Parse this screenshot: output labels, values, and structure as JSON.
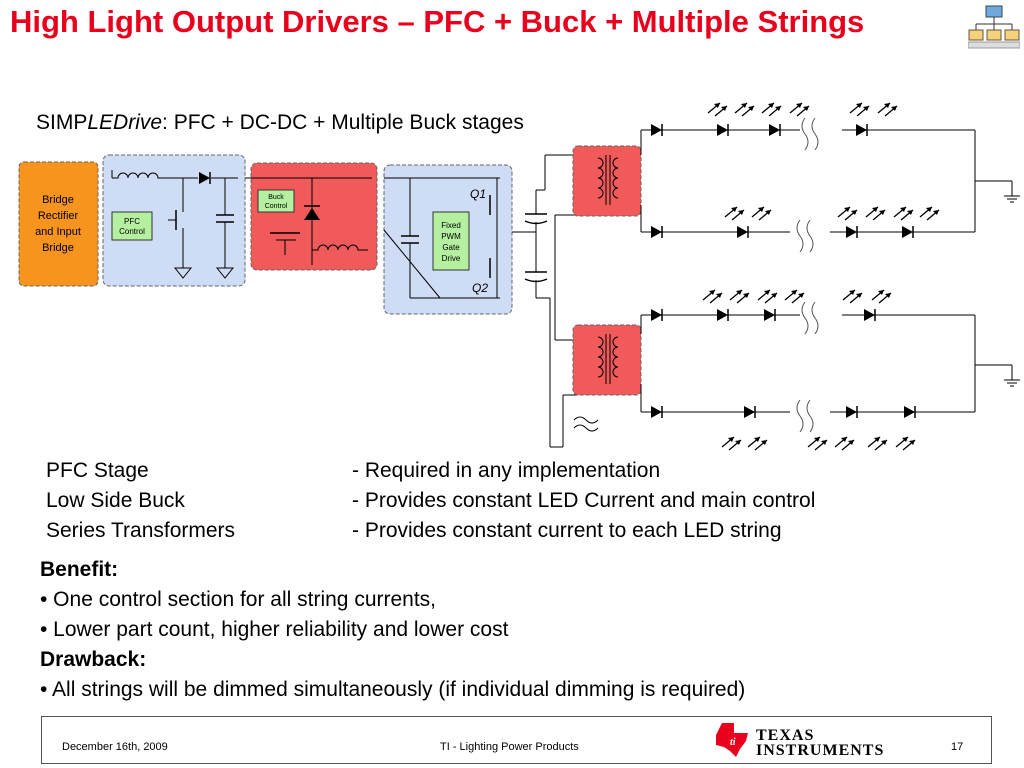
{
  "slide": {
    "title": "High Light Output Drivers – PFC + Buck + Multiple Strings",
    "subtitle_prefix": "SIMP",
    "subtitle_italic": "LEDrive",
    "subtitle_rest": ": PFC + DC-DC + Multiple Buck stages"
  },
  "diagram": {
    "bridge_lines": [
      "Bridge",
      "Rectifier",
      "and Input",
      "Bridge"
    ],
    "pfc_control": [
      "PFC",
      "Control"
    ],
    "buck_control": [
      "Buck",
      "Control"
    ],
    "gate_drive": [
      "Fixed",
      "PWM",
      "Gate",
      "Drive"
    ],
    "q1": "Q1",
    "q2": "Q2"
  },
  "stages": [
    {
      "name": "PFC Stage",
      "desc": "- Required in any implementation"
    },
    {
      "name": "Low Side Buck",
      "desc": "- Provides constant LED Current and main control"
    },
    {
      "name": "Series Transformers",
      "desc": "- Provides constant current to each LED string"
    }
  ],
  "benefit": {
    "heading": "Benefit:",
    "items": [
      "• One control  section for all string currents,",
      "• Lower part count, higher reliability and lower cost"
    ]
  },
  "drawback": {
    "heading": "Drawback:",
    "items": [
      "• All strings will be dimmed simultaneously (if individual dimming is required)"
    ]
  },
  "footer": {
    "date": "December 16th, 2009",
    "center": "TI - Lighting Power Products",
    "page": "17",
    "logo_line1": "TEXAS",
    "logo_line2": "INSTRUMENTS"
  },
  "colors": {
    "title": "#e8001c",
    "bridge_fill": "#f7941d",
    "pfc_fill": "#cfdcf5",
    "buck_fill": "#f05a5a",
    "gate_fill": "#b4f0a0"
  }
}
